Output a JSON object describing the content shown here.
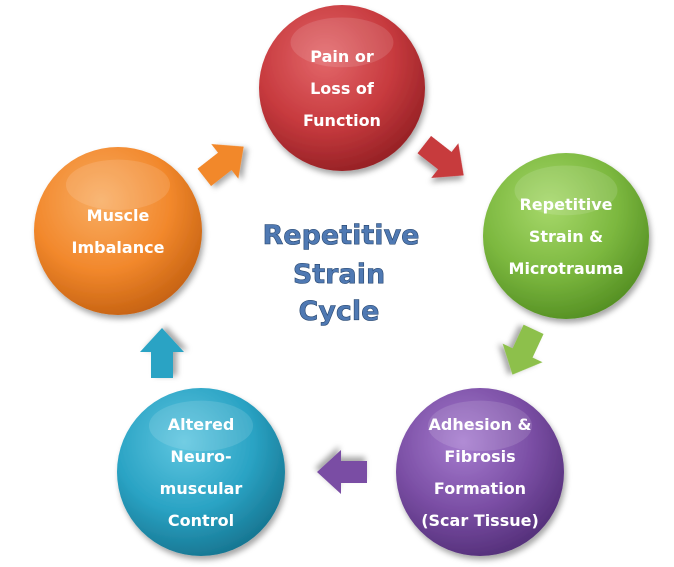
{
  "title_lines": [
    "Repetitive",
    "Strain",
    "Cycle"
  ],
  "nodes": [
    {
      "id": "pain",
      "lines": [
        "Pain or",
        "Loss of",
        "Function"
      ],
      "color": "#c73a3e",
      "color_light": "#e3676a",
      "color_dark": "#8e1d21"
    },
    {
      "id": "strain",
      "lines": [
        "Repetitive",
        "Strain &",
        "Microtrauma"
      ],
      "color": "#7cb83f",
      "color_light": "#a6d86a",
      "color_dark": "#4f8a1f"
    },
    {
      "id": "adhesion",
      "lines": [
        "Adhesion &",
        "Fibrosis",
        "Formation",
        "(Scar Tissue)"
      ],
      "color": "#7a4ea4",
      "color_light": "#a67ccf",
      "color_dark": "#4f2b74"
    },
    {
      "id": "altered",
      "lines": [
        "Altered",
        "Neuro-",
        "muscular",
        "Control"
      ],
      "color": "#2aa3c4",
      "color_light": "#5fc6e0",
      "color_dark": "#146f8a"
    },
    {
      "id": "imbalance",
      "lines": [
        "Muscle",
        "Imbalance"
      ],
      "color": "#f2882c",
      "color_light": "#f8ad63",
      "color_dark": "#c05d0e"
    }
  ],
  "arrows": [
    {
      "from": "imbalance",
      "to": "pain",
      "color": "#f2882c"
    },
    {
      "from": "pain",
      "to": "strain",
      "color": "#c73a3e"
    },
    {
      "from": "strain",
      "to": "adhesion",
      "color": "#8dc04c"
    },
    {
      "from": "adhesion",
      "to": "altered",
      "color": "#7a4ea4"
    },
    {
      "from": "altered",
      "to": "imbalance",
      "color": "#2aa3c4"
    }
  ]
}
